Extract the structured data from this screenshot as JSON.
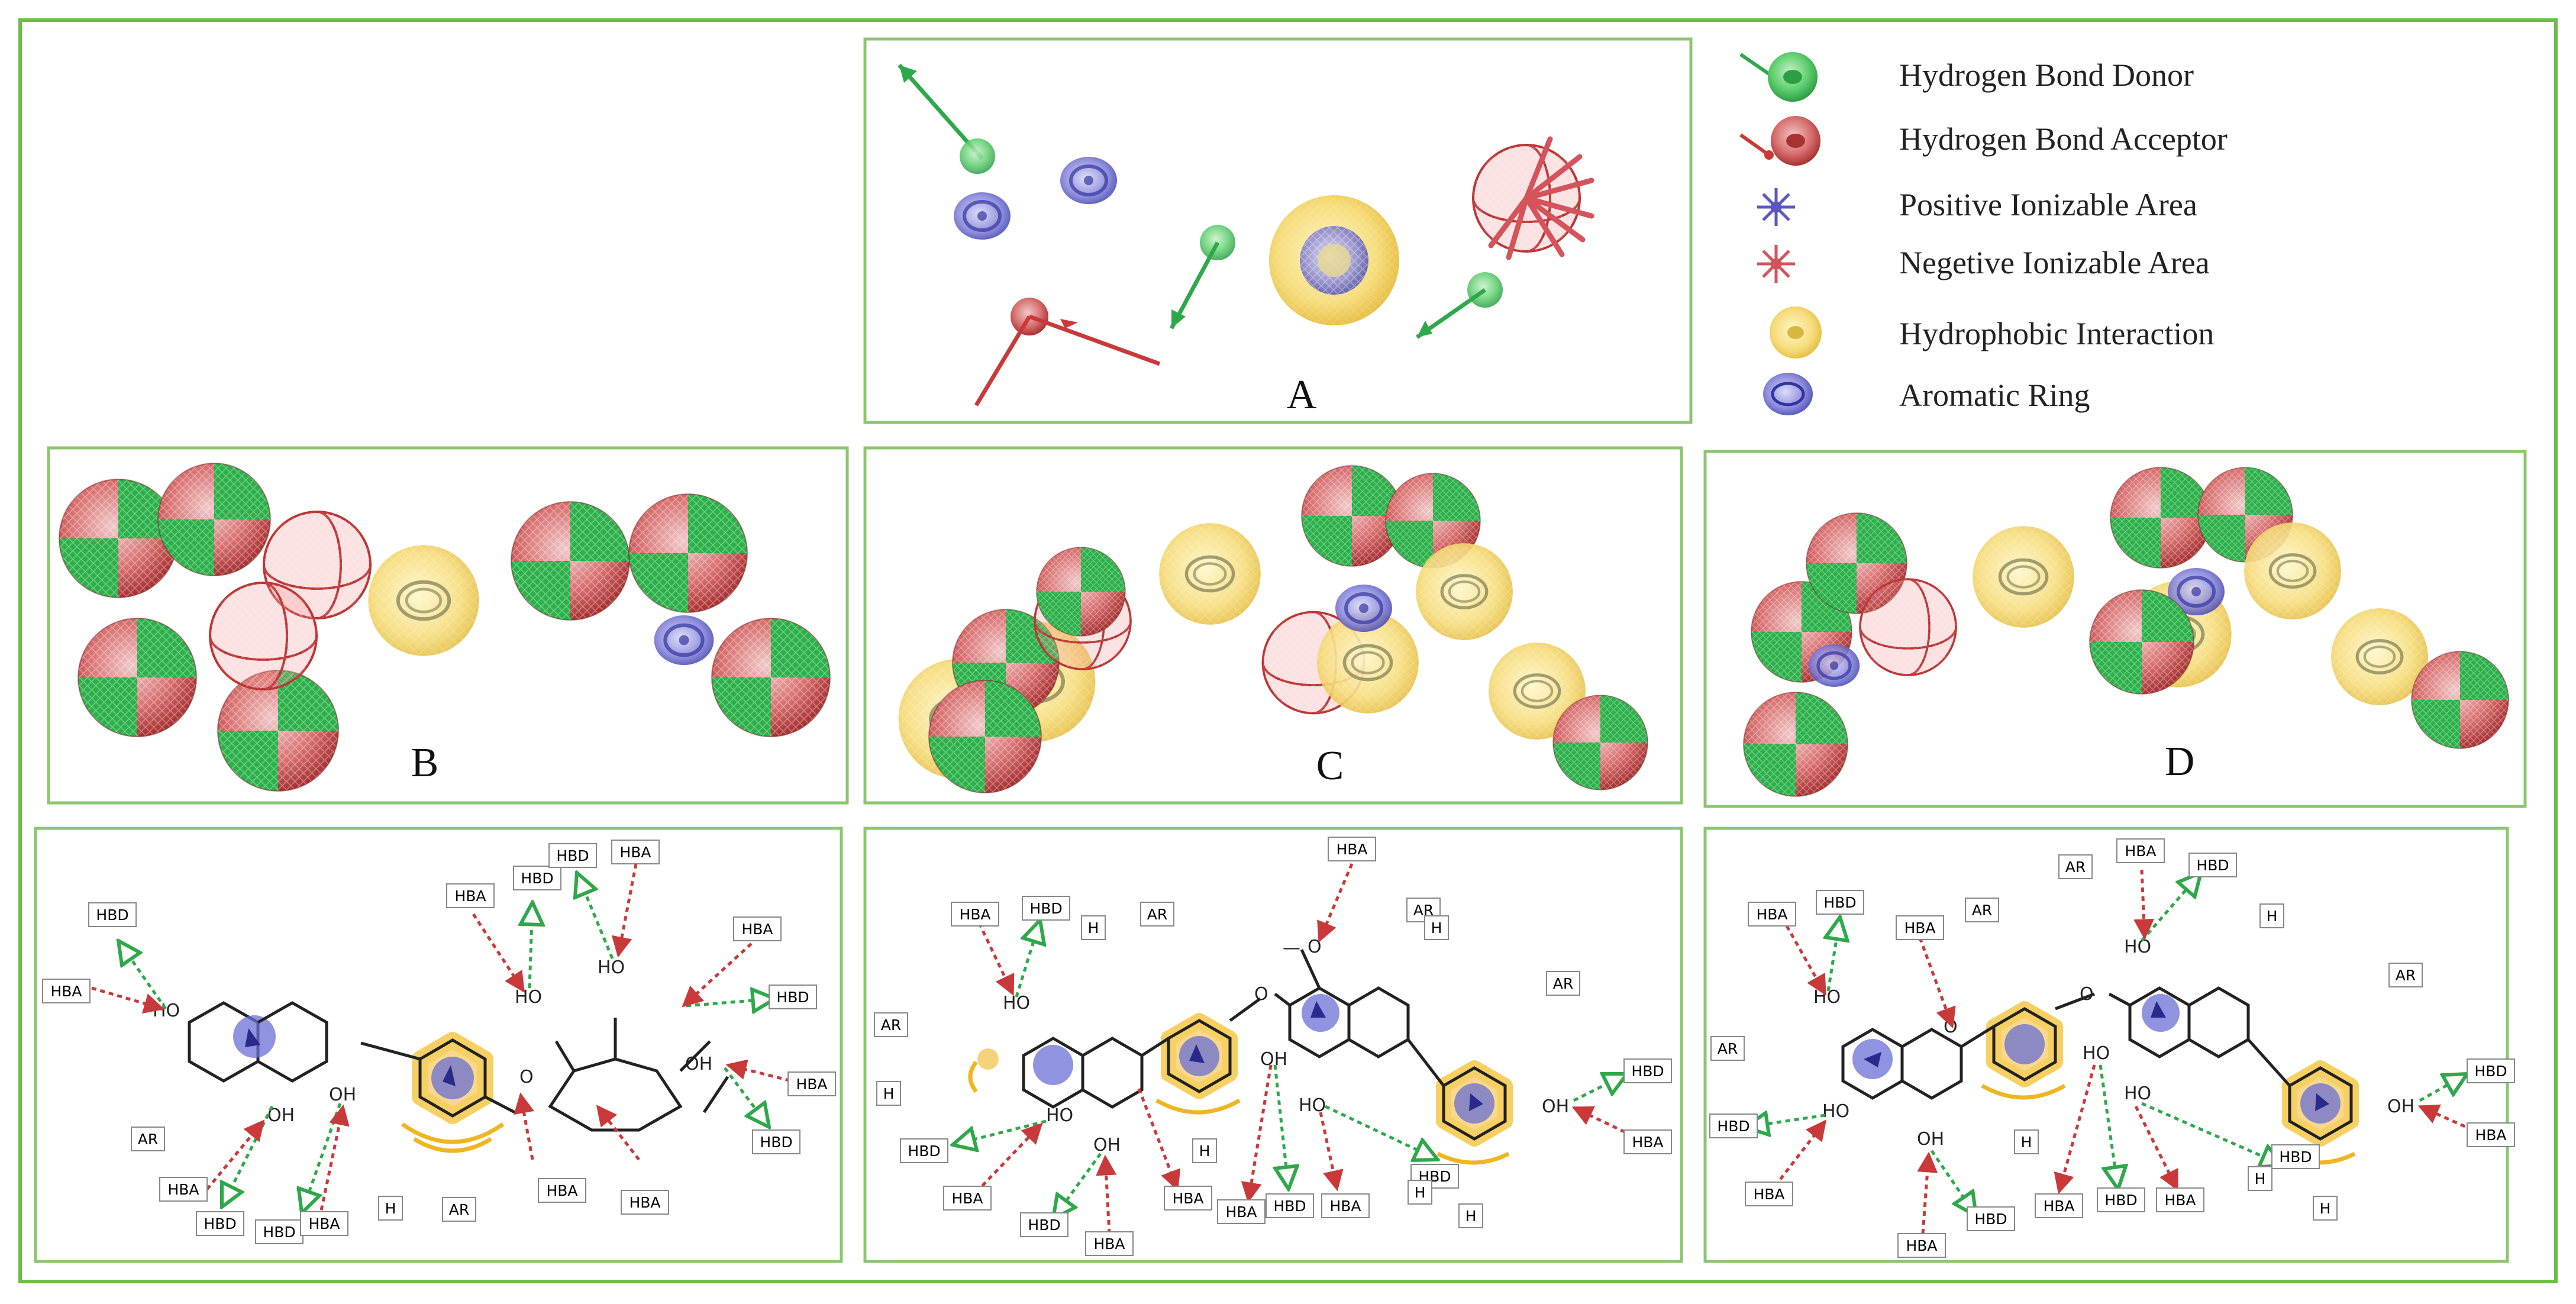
{
  "legend": {
    "items": [
      {
        "label": "Hydrogen Bond Donor",
        "icon": "hbd-arrow-sphere-icon",
        "color": "#2ea84a"
      },
      {
        "label": "Hydrogen Bond Acceptor",
        "icon": "hba-arrow-sphere-icon",
        "color": "#c9393a"
      },
      {
        "label": "Positive Ionizable Area",
        "icon": "positive-star-icon",
        "color": "#5b57c0"
      },
      {
        "label": "Negetive Ionizable Area",
        "icon": "negative-star-icon",
        "color": "#d5535a"
      },
      {
        "label": "Hydrophobic Interaction",
        "icon": "hydrophobic-sphere-icon",
        "color": "#f3d36a"
      },
      {
        "label": "Aromatic Ring",
        "icon": "aromatic-ring-icon",
        "color": "#6a6fd6"
      }
    ]
  },
  "panels": {
    "A": "A",
    "B": "B",
    "C": "C",
    "D": "D"
  },
  "tags": {
    "hba": "HBA",
    "hbd": "HBD",
    "ar": "AR",
    "h": "H"
  },
  "atoms": {
    "ho": "HO",
    "oh": "OH",
    "o": "O",
    "methyl": "—"
  },
  "colors": {
    "frame": "#8cc56f",
    "donor": "#2ea84a",
    "acceptor": "#c9393a",
    "hydrophobic": "#f3d36a",
    "aromatic": "#6a6fd6"
  }
}
